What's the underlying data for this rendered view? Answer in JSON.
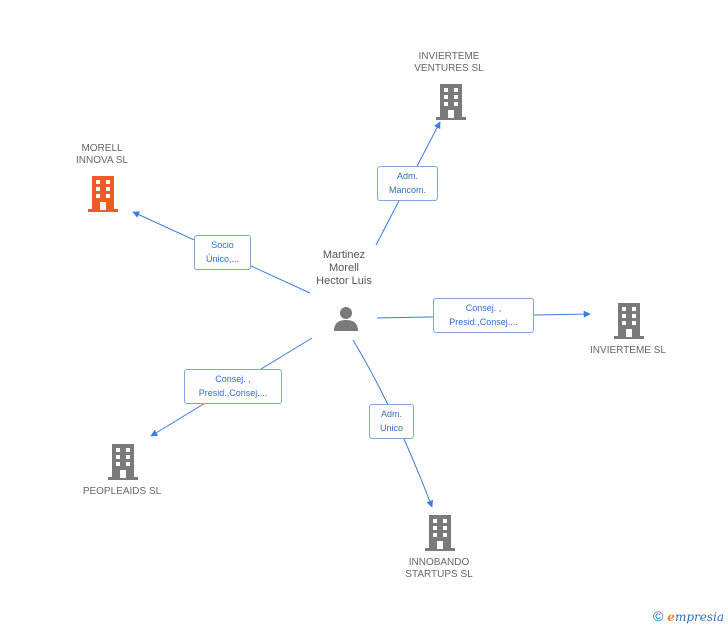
{
  "center": {
    "name": "Martinez\nMorell\nHector Luis"
  },
  "companies": [
    {
      "id": "morell",
      "name": "MORELL\nINNOVA SL",
      "color": "#f05a24"
    },
    {
      "id": "invierteme_ventures",
      "name": "INVIERTEME\nVENTURES SL",
      "color": "#7a7a7a"
    },
    {
      "id": "invierteme",
      "name": "INVIERTEME SL",
      "color": "#7a7a7a"
    },
    {
      "id": "innobando",
      "name": "INNOBANDO\nSTARTUPS SL",
      "color": "#7a7a7a"
    },
    {
      "id": "peopleaids",
      "name": "PEOPLEAIDS SL",
      "color": "#7a7a7a"
    }
  ],
  "relations": [
    {
      "to": "morell",
      "label": "Socio\nÚnico,..."
    },
    {
      "to": "invierteme_ventures",
      "label": "Adm.\nMancom."
    },
    {
      "to": "invierteme",
      "label": "Consej. ,\nPresid.,Consej...."
    },
    {
      "to": "innobando",
      "label": "Adm.\nUnico"
    },
    {
      "to": "peopleaids",
      "label": "Consej. ,\nPresid.,Consej...."
    }
  ],
  "footer": {
    "copyright": "©",
    "brand_e": "e",
    "brand_rest": "mpresia"
  },
  "colors": {
    "edge": "#3b7dd8",
    "person_icon": "#7a7a7a"
  }
}
